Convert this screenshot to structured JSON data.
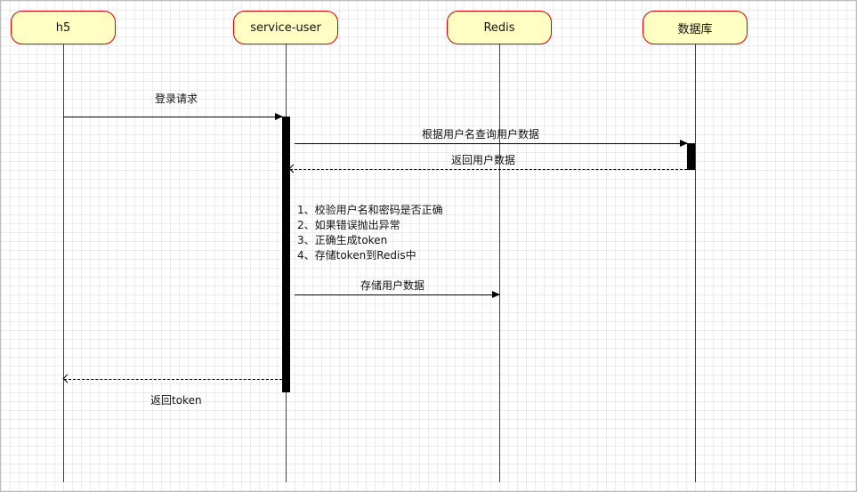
{
  "participants": {
    "h5": "h5",
    "service_user": "service-user",
    "redis": "Redis",
    "db": "数据库"
  },
  "messages": {
    "login_request": "登录请求",
    "query_user": "根据用户名查询用户数据",
    "return_user": "返回用户数据",
    "store_user": "存储用户数据",
    "return_token": "返回token"
  },
  "note": {
    "line1": "1、校验用户名和密码是否正确",
    "line2": "2、如果错误抛出异常",
    "line3": "3、正确生成token",
    "line4": "4、存储token到Redis中"
  },
  "colors": {
    "lifeline": "#d50000",
    "actor_fill": "#ffffc4",
    "activation": "#000000"
  }
}
